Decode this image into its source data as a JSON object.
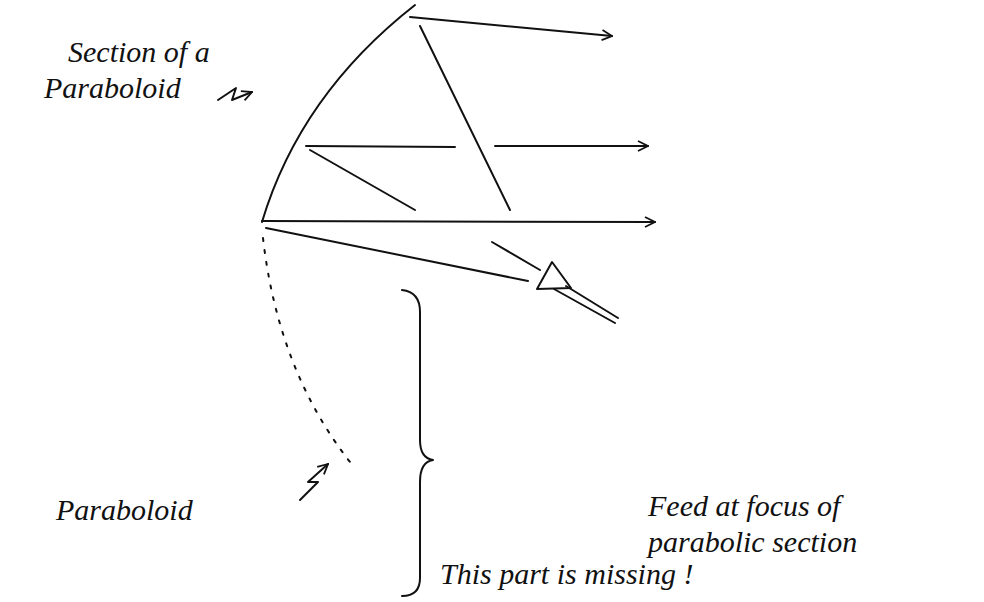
{
  "diagram": {
    "labels": [
      "Section of a Paraboloid",
      "Feed at focus of parabolic section",
      "Paraboloid",
      "This part is missing !"
    ]
  }
}
